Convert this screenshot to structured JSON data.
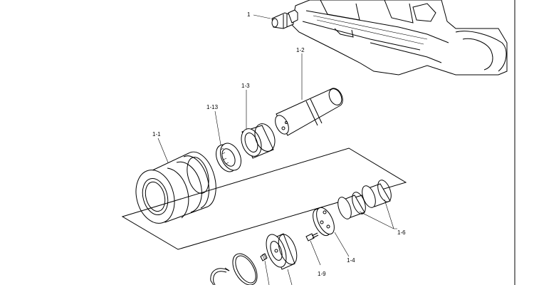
{
  "diagram": {
    "callouts": [
      {
        "id": "c1",
        "text": "1"
      },
      {
        "id": "c1_2",
        "text": "1-2"
      },
      {
        "id": "c1_3",
        "text": "1-3"
      },
      {
        "id": "c1_13",
        "text": "1-13"
      },
      {
        "id": "c1_1",
        "text": "1-1"
      },
      {
        "id": "c1_6",
        "text": "1-6"
      },
      {
        "id": "c1_4",
        "text": "1-4"
      },
      {
        "id": "c1_9",
        "text": "1-9"
      }
    ]
  }
}
